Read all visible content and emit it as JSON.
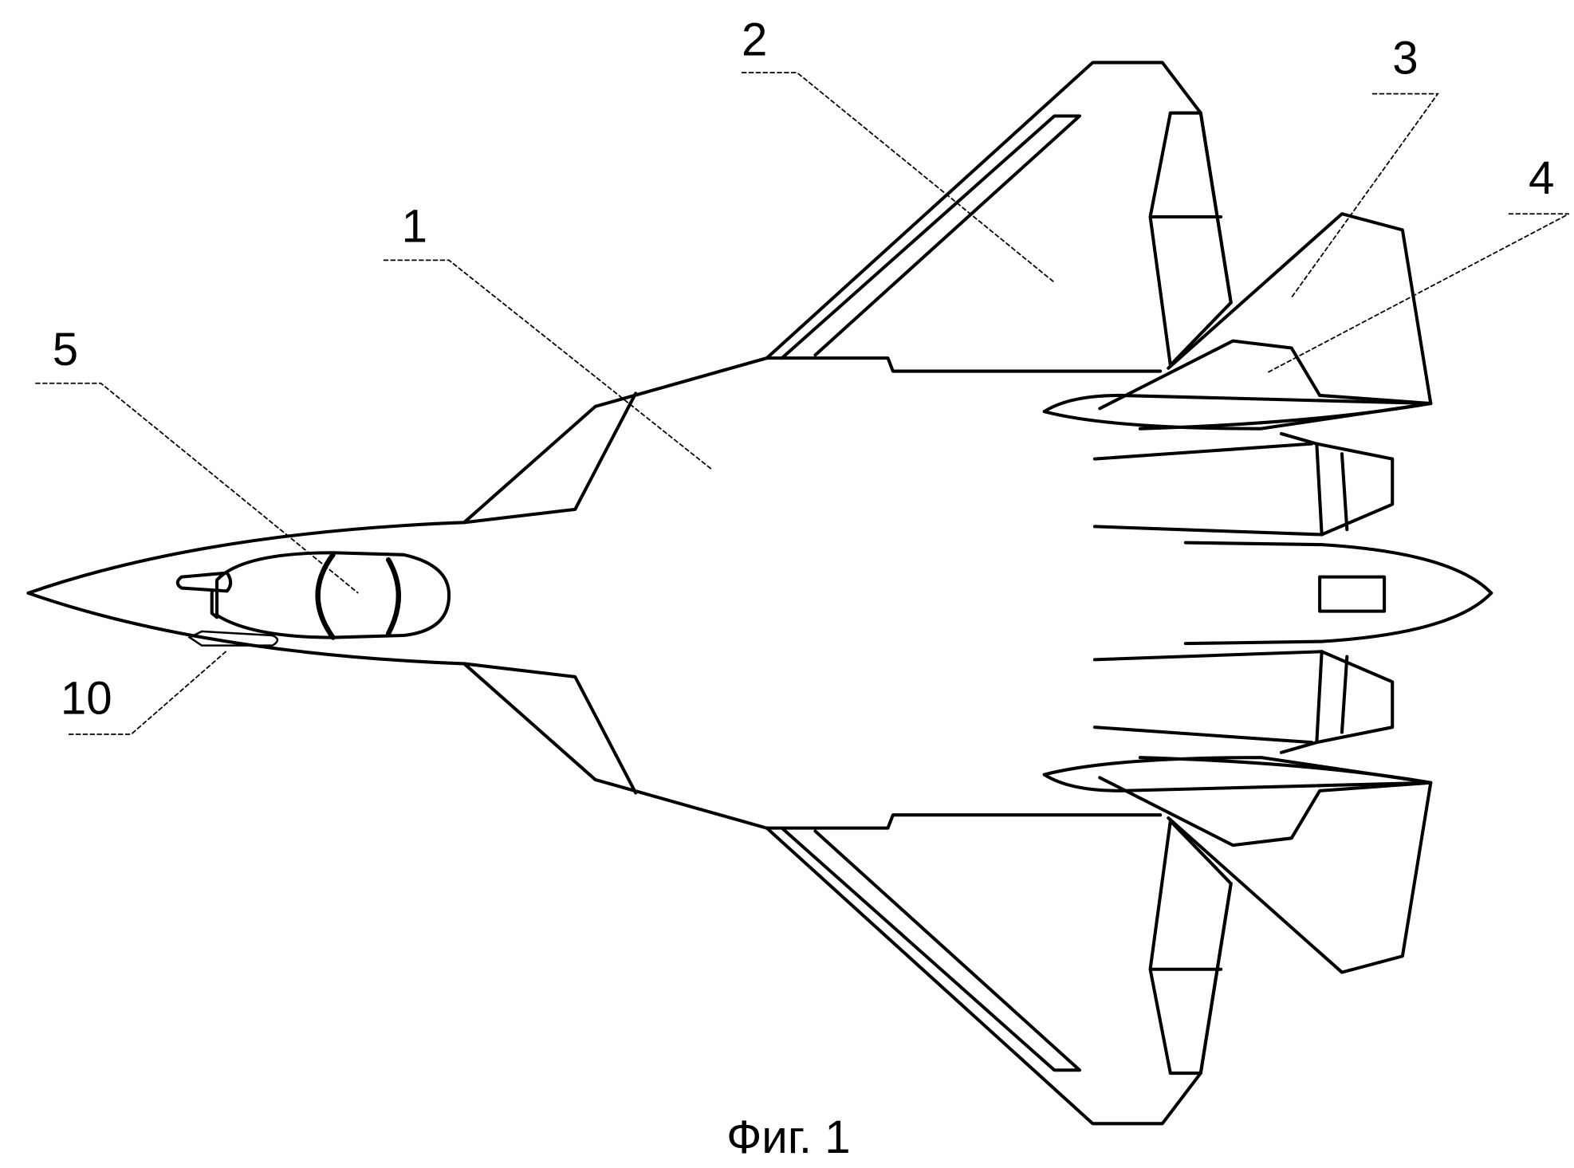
{
  "figure": {
    "caption": "Фиг. 1",
    "labels": {
      "fuselage": "1",
      "wing": "2",
      "vertical_tail": "3",
      "horizontal_tail": "4",
      "canopy": "5",
      "sensor": "10"
    }
  }
}
